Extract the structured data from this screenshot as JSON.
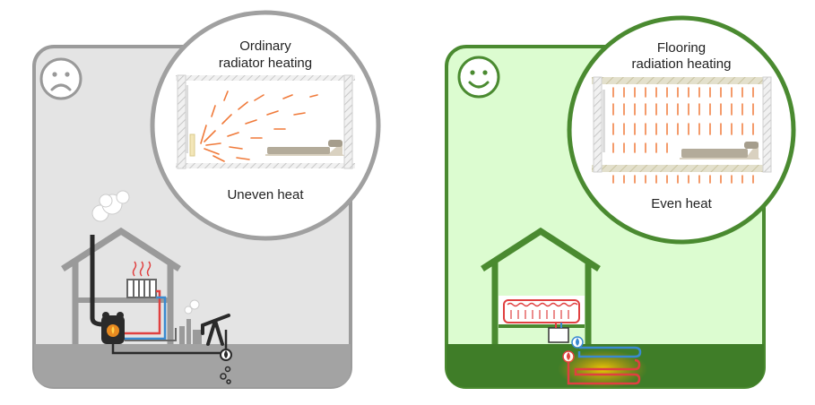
{
  "left": {
    "mood": "sad",
    "title_line1": "Ordinary",
    "title_line2": "radiator heating",
    "caption": "Uneven heat",
    "colors": {
      "panel": "#e4e4e4",
      "border": "#9b9b9b",
      "ground": "#a3a3a3",
      "house": "#9a9a9a"
    }
  },
  "right": {
    "mood": "happy",
    "title_line1": "Flooring",
    "title_line2": "radiation heating",
    "caption": "Even heat",
    "colors": {
      "panel": "#dcfcd0",
      "border": "#4a8a30",
      "ground": "#3f7d28",
      "house": "#4a8a30"
    }
  },
  "colors": {
    "heat_arrow": "#f07a3a",
    "pipe_hot": "#e04040",
    "pipe_cold": "#3a8ad0"
  }
}
